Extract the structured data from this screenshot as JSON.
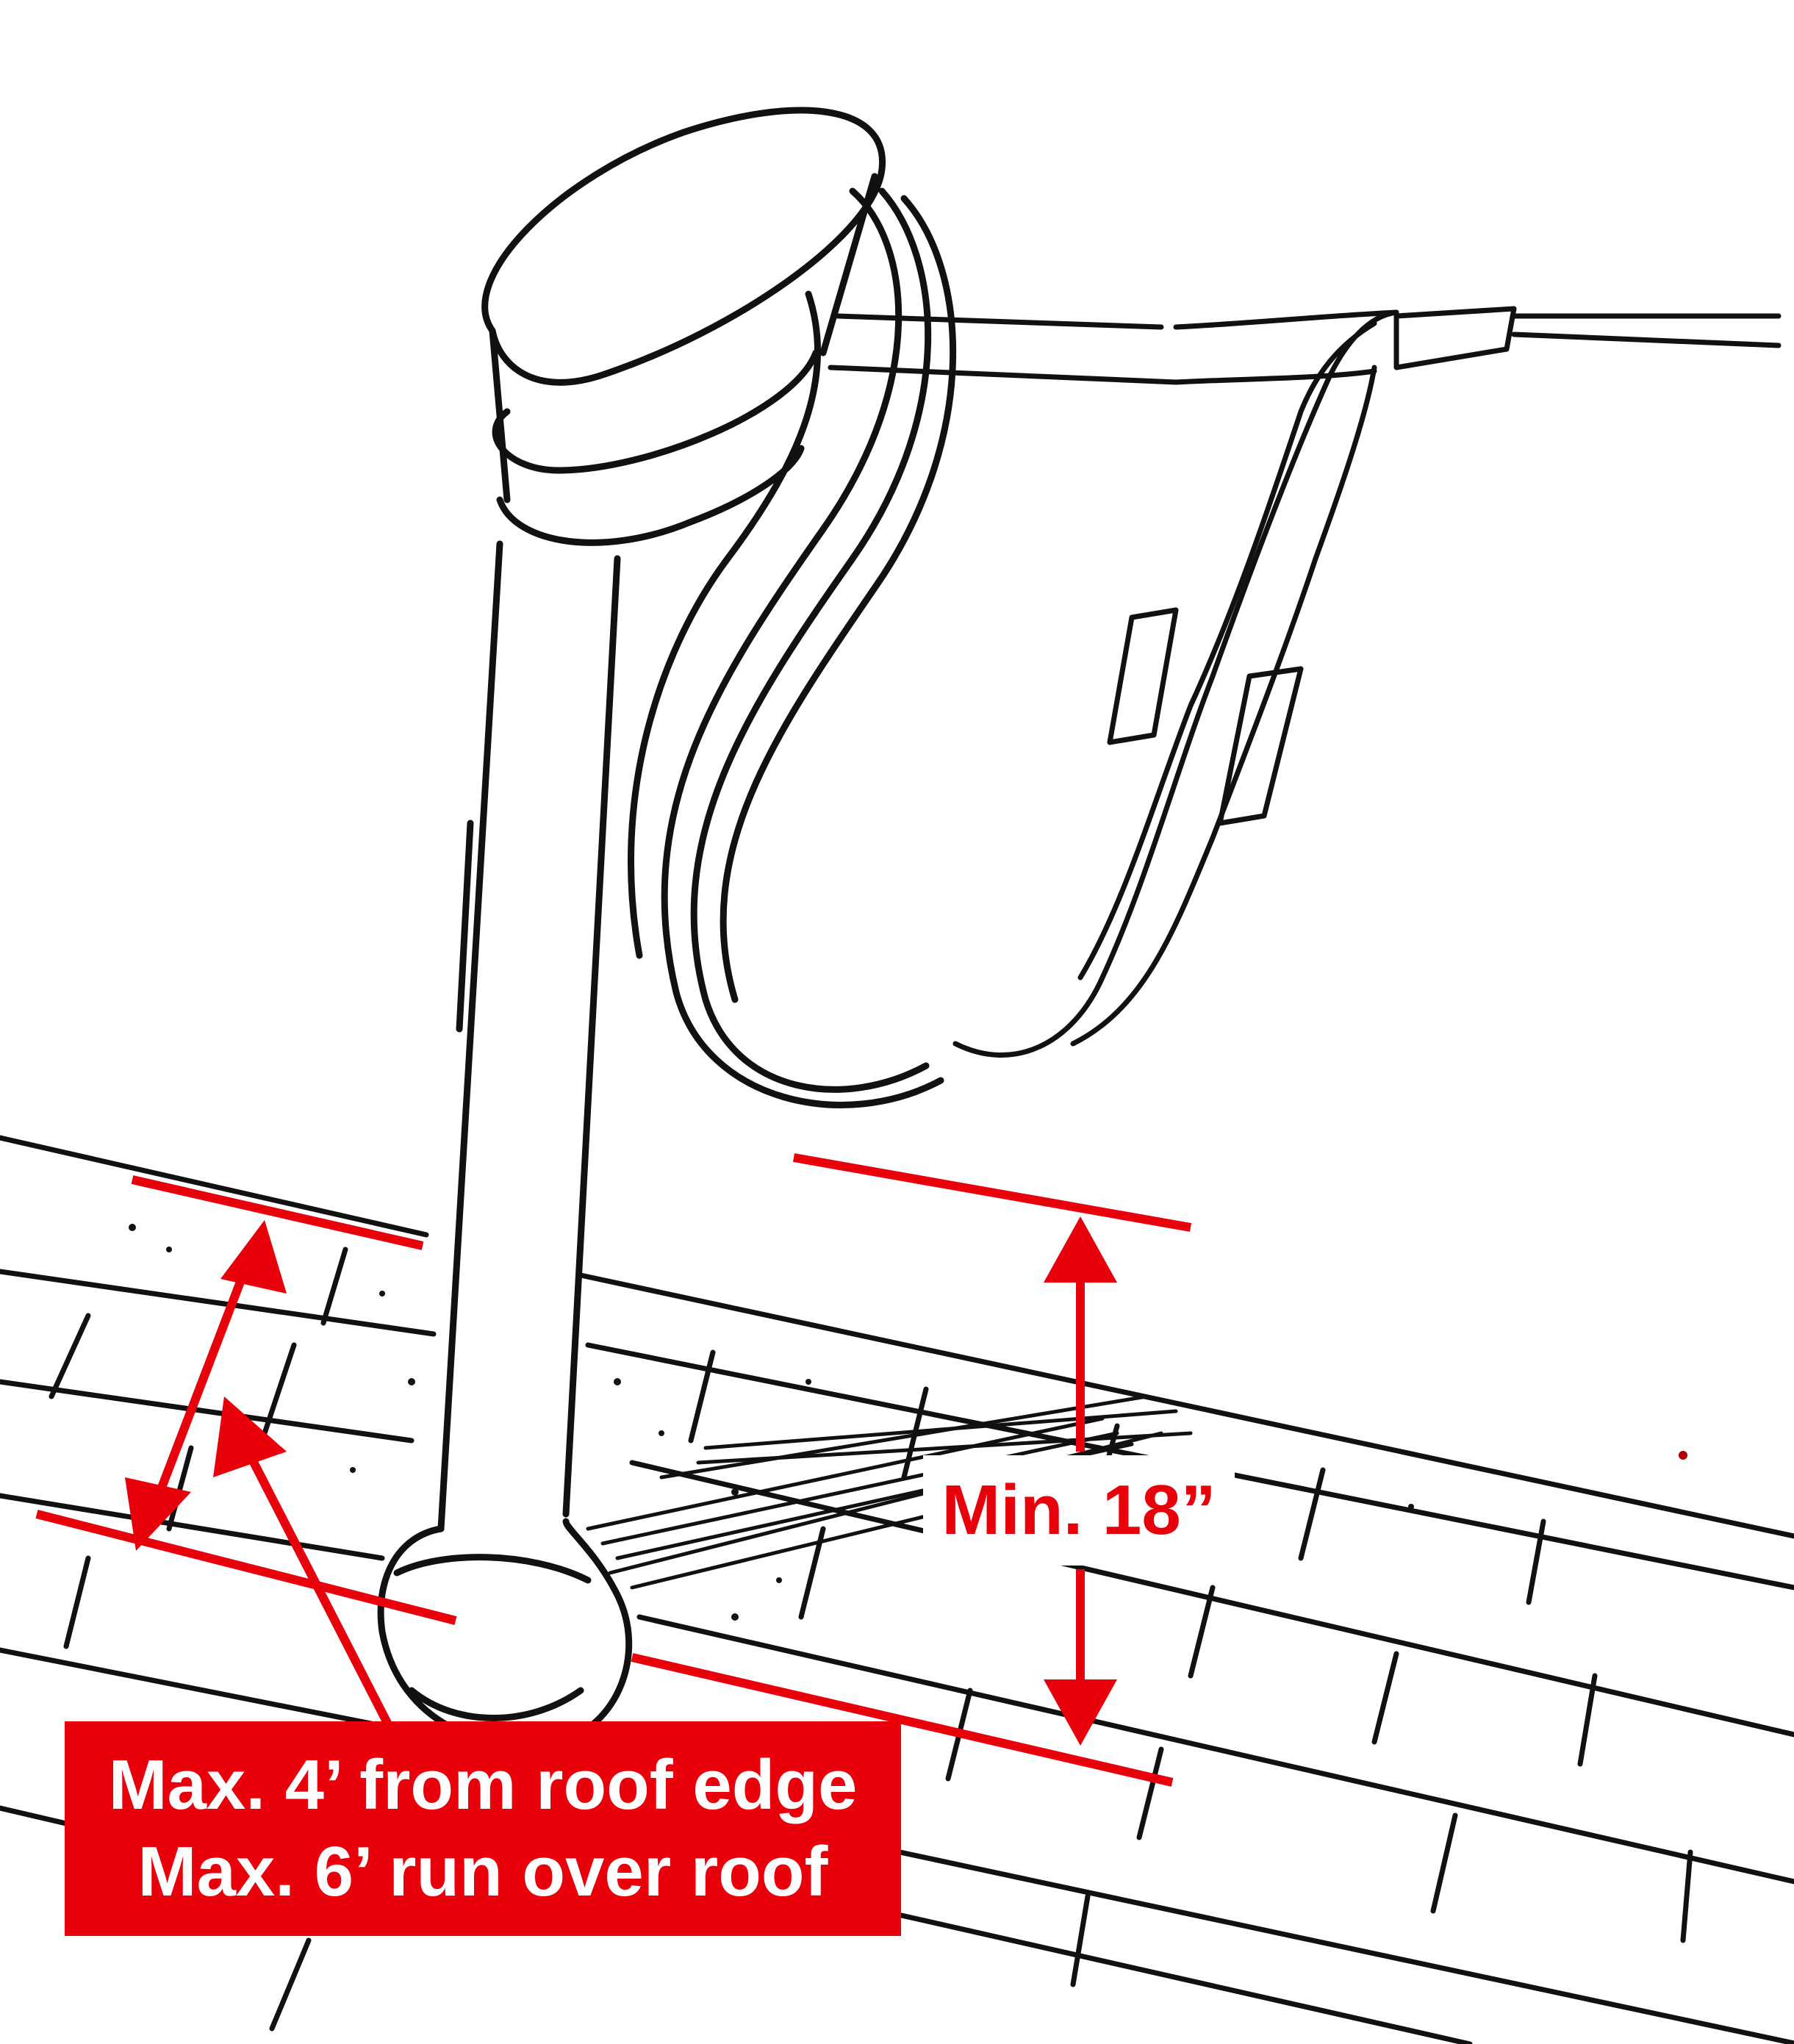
{
  "labels": {
    "min_height": "Min. 18”",
    "roof_edge_line1": "Max. 4’ from roof edge",
    "roof_edge_line2": "Max. 6’ run over roof"
  },
  "colors": {
    "annotation_red": "#e8000b",
    "ink": "#111111",
    "background": "#ffffff"
  }
}
